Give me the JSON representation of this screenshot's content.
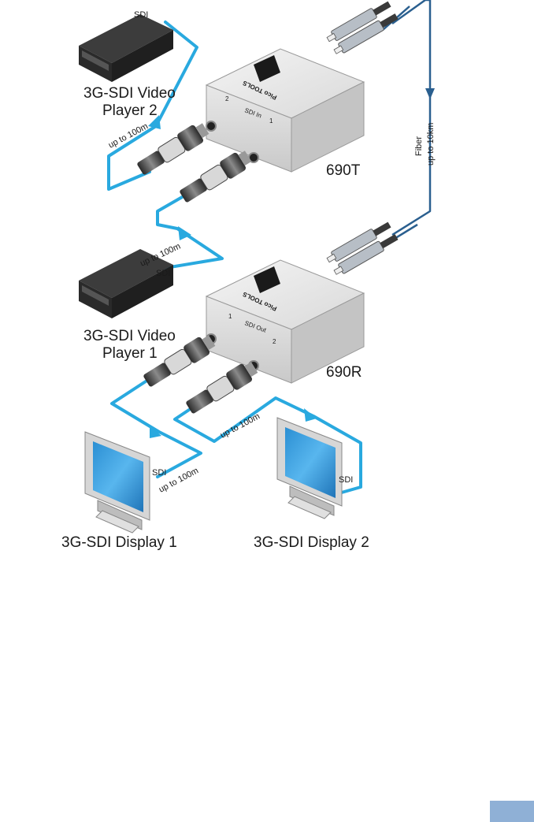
{
  "devices": {
    "player2": "3G-SDI Video",
    "player2_line2": "Player 2",
    "player1": "3G-SDI Video",
    "player1_line2": "Player 1",
    "display1": "3G-SDI Display 1",
    "display2": "3G-SDI Display 2",
    "transmitter": "690T",
    "receiver": "690R"
  },
  "cables": {
    "sdi": "SDI",
    "up_to_100m": "up to 100m",
    "fiber": "Fiber",
    "up_to_10km": "up to 10km"
  },
  "unit_labels": {
    "brand": "Pico TOOLS",
    "sdi_in": "SDI In",
    "sdi_out": "SDI Out",
    "port1": "1",
    "port2": "2"
  },
  "colors": {
    "sdi_cable": "#29a9df",
    "fiber_cable": "#2a5f8f",
    "page_tab": "#8fb0d6"
  }
}
